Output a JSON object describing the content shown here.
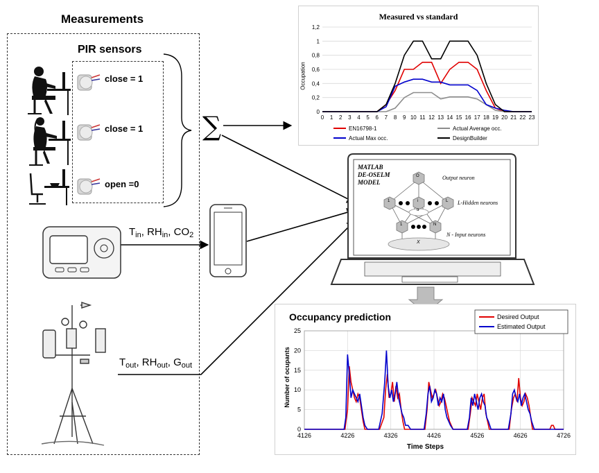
{
  "measurements": {
    "title": "Measurements",
    "pir_title": "PIR sensors",
    "pir_states": [
      "close = 1",
      "close = 1",
      "open =0"
    ],
    "sum_symbol": "∑",
    "indoor_label": {
      "t": "T",
      "t_sub": "in",
      "rh": ", RH",
      "rh_sub": "in",
      "co": ", CO",
      "co_sub": "2"
    },
    "outdoor_label": {
      "t": "T",
      "t_sub": "out",
      "rh": ", RH",
      "rh_sub": "out",
      "g": ", G",
      "g_sub": "out"
    }
  },
  "model": {
    "title_line1": "MATLAB",
    "title_line2": "DE-OSELM",
    "title_line3": "MODEL",
    "output_label": "Output neuron",
    "hidden_label": "L-Hidden neurons",
    "input_label": "N - Input neurons",
    "node_o": "O",
    "node_1": "1",
    "node_i": "i",
    "node_l": "L",
    "node_n": "N",
    "node_x": "X",
    "node_alpha": "α"
  },
  "chart_data": [
    {
      "type": "line",
      "title": "Measured vs standard",
      "xlabel": "",
      "ylabel": "Occupation",
      "x": [
        0,
        1,
        2,
        3,
        4,
        5,
        6,
        7,
        8,
        9,
        10,
        11,
        12,
        13,
        14,
        15,
        16,
        17,
        18,
        19,
        20,
        21,
        22,
        23
      ],
      "ylim": [
        0,
        1.2
      ],
      "yticks": [
        "0",
        "0,2",
        "0,4",
        "0,6",
        "0,8",
        "1",
        "1,2"
      ],
      "grid": true,
      "legend_position": "bottom",
      "series": [
        {
          "name": "EN16798-1",
          "color": "#e00000",
          "values": [
            0,
            0,
            0,
            0,
            0,
            0,
            0,
            0.1,
            0.3,
            0.6,
            0.6,
            0.7,
            0.7,
            0.4,
            0.6,
            0.7,
            0.7,
            0.6,
            0.3,
            0.05,
            0,
            0,
            0,
            0
          ]
        },
        {
          "name": "Actual Average occ.",
          "color": "#8c8c8c",
          "values": [
            0,
            0,
            0,
            0,
            0,
            0,
            0,
            0.0,
            0.05,
            0.2,
            0.27,
            0.27,
            0.27,
            0.18,
            0.21,
            0.21,
            0.21,
            0.18,
            0.1,
            0.02,
            0,
            0,
            0,
            0
          ]
        },
        {
          "name": "Actual Max occ.",
          "color": "#0000cc",
          "values": [
            0,
            0,
            0,
            0,
            0,
            0,
            0,
            0.07,
            0.36,
            0.42,
            0.46,
            0.46,
            0.42,
            0.42,
            0.38,
            0.38,
            0.38,
            0.3,
            0.1,
            0.05,
            0.02,
            0,
            0,
            0
          ]
        },
        {
          "name": "DesignBuilder",
          "color": "#000000",
          "values": [
            0,
            0,
            0,
            0,
            0,
            0,
            0,
            0.1,
            0.4,
            0.8,
            1,
            1,
            0.75,
            0.75,
            1,
            1,
            1,
            0.8,
            0.4,
            0.1,
            0,
            0,
            0,
            0
          ]
        }
      ]
    },
    {
      "type": "line",
      "title": "Occupancy prediction",
      "xlabel": "Time Steps",
      "ylabel": "Number of ocupants",
      "xlim": [
        4126,
        4726
      ],
      "xticks": [
        4126,
        4226,
        4326,
        4426,
        4526,
        4626,
        4726
      ],
      "ylim": [
        0,
        25
      ],
      "yticks": [
        0,
        5,
        10,
        15,
        20,
        25
      ],
      "grid": true,
      "legend_position": "top-right",
      "series": [
        {
          "name": "Desired Output",
          "color": "#e00000",
          "x": [
            4126,
            4220,
            4226,
            4230,
            4234,
            4238,
            4242,
            4246,
            4250,
            4254,
            4258,
            4262,
            4266,
            4270,
            4300,
            4310,
            4314,
            4318,
            4322,
            4326,
            4330,
            4334,
            4338,
            4342,
            4346,
            4350,
            4354,
            4358,
            4362,
            4370,
            4405,
            4410,
            4414,
            4418,
            4422,
            4426,
            4430,
            4434,
            4438,
            4442,
            4446,
            4450,
            4454,
            4458,
            4462,
            4466,
            4470,
            4505,
            4510,
            4514,
            4518,
            4522,
            4526,
            4530,
            4534,
            4538,
            4542,
            4546,
            4550,
            4554,
            4558,
            4600,
            4605,
            4610,
            4614,
            4618,
            4622,
            4626,
            4630,
            4634,
            4638,
            4642,
            4646,
            4650,
            4654,
            4658,
            4694,
            4698,
            4702,
            4706,
            4726
          ],
          "values": [
            0,
            0,
            5,
            16,
            12,
            10,
            8,
            7,
            9,
            8,
            5,
            2,
            0,
            0,
            0,
            3,
            10,
            14,
            8,
            9,
            12,
            7,
            11,
            8,
            9,
            5,
            2,
            0,
            0,
            0,
            0,
            5,
            12,
            10,
            8,
            9,
            10,
            8,
            6,
            7,
            9,
            8,
            6,
            4,
            2,
            1,
            0,
            0,
            4,
            8,
            7,
            6,
            9,
            7,
            5,
            8,
            9,
            4,
            2,
            0,
            0,
            0,
            5,
            8,
            9,
            7,
            13,
            8,
            6,
            7,
            9,
            8,
            6,
            3,
            0,
            0,
            0,
            1,
            1,
            0,
            0
          ]
        },
        {
          "name": "Estimated Output",
          "color": "#0000cc",
          "x": [
            4126,
            4218,
            4222,
            4226,
            4230,
            4234,
            4238,
            4242,
            4246,
            4250,
            4254,
            4258,
            4262,
            4266,
            4272,
            4298,
            4306,
            4312,
            4316,
            4320,
            4324,
            4328,
            4332,
            4336,
            4340,
            4344,
            4348,
            4352,
            4356,
            4360,
            4366,
            4372,
            4403,
            4408,
            4412,
            4416,
            4420,
            4424,
            4428,
            4432,
            4436,
            4440,
            4444,
            4448,
            4452,
            4456,
            4460,
            4464,
            4470,
            4503,
            4508,
            4512,
            4516,
            4520,
            4524,
            4528,
            4532,
            4536,
            4540,
            4544,
            4548,
            4552,
            4558,
            4598,
            4604,
            4608,
            4612,
            4616,
            4620,
            4624,
            4628,
            4632,
            4636,
            4640,
            4644,
            4648,
            4652,
            4658,
            4726
          ],
          "values": [
            0,
            0,
            3,
            19,
            14,
            8,
            10,
            9,
            8,
            7,
            9,
            6,
            3,
            1,
            0,
            0,
            4,
            12,
            20,
            11,
            8,
            10,
            7,
            9,
            12,
            8,
            6,
            4,
            3,
            1,
            1,
            0,
            0,
            4,
            9,
            11,
            7,
            8,
            10,
            9,
            6,
            8,
            7,
            9,
            5,
            3,
            2,
            1,
            0,
            0,
            3,
            8,
            6,
            9,
            7,
            5,
            8,
            9,
            7,
            6,
            3,
            2,
            0,
            0,
            4,
            9,
            10,
            8,
            7,
            9,
            6,
            8,
            9,
            7,
            5,
            4,
            2,
            0,
            0
          ]
        }
      ]
    }
  ]
}
